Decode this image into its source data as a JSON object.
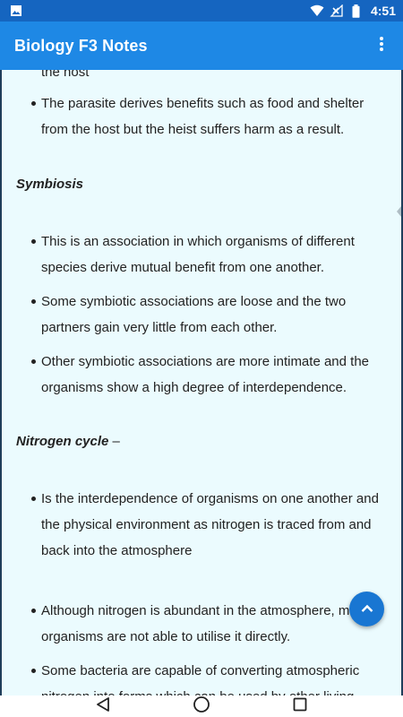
{
  "status_bar": {
    "time": "4:51",
    "icons": [
      "image-icon",
      "wifi-icon",
      "signal-icon",
      "battery-icon"
    ]
  },
  "app_bar": {
    "title": "Biology F3 Notes",
    "menu_icon": "more-vert-icon"
  },
  "content": {
    "cut_top_text": "the host",
    "parasite_bullets": [
      "The parasite derives benefits such as food and shelter from the host but the heist suffers harm as a result."
    ],
    "symbiosis_heading": "Symbiosis",
    "symbiosis_bullets": [
      "This is an association in which organisms of different species derive mutual benefit from one another.",
      "Some symbiotic associations are loose and the two partners gain very little from each other.",
      "Other symbiotic associations are more intimate and the organisms show a high degree of interdependence."
    ],
    "nitrogen_heading": "Nitrogen cycle",
    "nitrogen_heading_suffix": " –",
    "nitrogen_bullets_a": [
      "Is the interdependence of organisms on one another and the physical environment as nitrogen is traced from and back into the atmosphere"
    ],
    "nitrogen_bullets_b": [
      "Although nitrogen is abundant in the atmosphere, most organisms are not able to utilise it directly.",
      "Some bacteria are capable of converting atmospheric nitrogen into forms which can be used by other living organisms."
    ]
  },
  "fab": {
    "icon": "chevron-up-icon"
  },
  "nav_bar": {
    "icons": [
      "back-icon",
      "home-icon",
      "recents-icon"
    ]
  },
  "colors": {
    "status_bar": "#1565c0",
    "app_bar": "#1e88e5",
    "content_bg": "#ebfbfe",
    "fab": "#1976d2"
  }
}
